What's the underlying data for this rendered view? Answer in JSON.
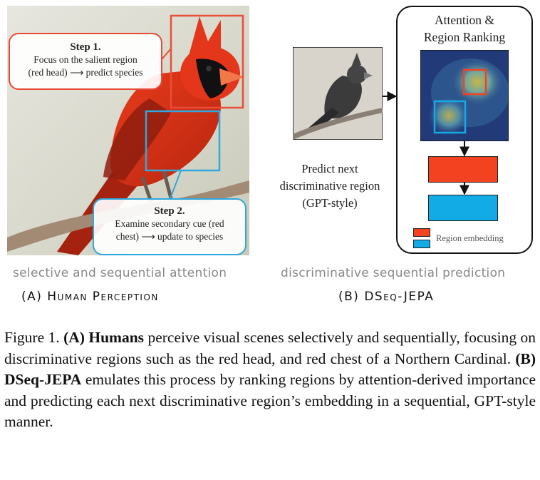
{
  "panel_a": {
    "step1": {
      "title": "Step 1.",
      "line1": "Focus on the salient region",
      "line2": "(red head) ⟶ predict species"
    },
    "step2": {
      "title": "Step 2.",
      "line1": "Examine secondary cue (red",
      "line2": "chest) ⟶ update to species"
    },
    "subcaption": "selective and sequential attention",
    "title": "(A) Human Perception"
  },
  "panel_b": {
    "predict_text": {
      "line1": "Predict next",
      "line2": "discriminative region",
      "line3": "(GPT-style)"
    },
    "attention_title": {
      "line1": "Attention &",
      "line2": "Region Ranking"
    },
    "legend_label": "Region embedding",
    "subcaption": "discriminative sequential prediction",
    "title": "(B) DSeq-JEPA"
  },
  "colors": {
    "red_region": "#f3421f",
    "blue_region": "#13abe6",
    "step1_border": "#e94a36",
    "step2_border": "#2ea8dd"
  },
  "figure_caption": {
    "label": "Figure 1.",
    "a_marker": "(A)",
    "a_bold": "Humans",
    "a_text": "perceive visual scenes selectively and sequentially, focusing on discriminative regions such as the red head, and red chest of a Northern Cardinal.",
    "b_marker": "(B)",
    "b_bold": "DSeq-JEPA",
    "b_text": "emulates this process by ranking regions by attention-derived importance and predicting each next discriminative region’s embedding in a sequential, GPT-style manner."
  }
}
